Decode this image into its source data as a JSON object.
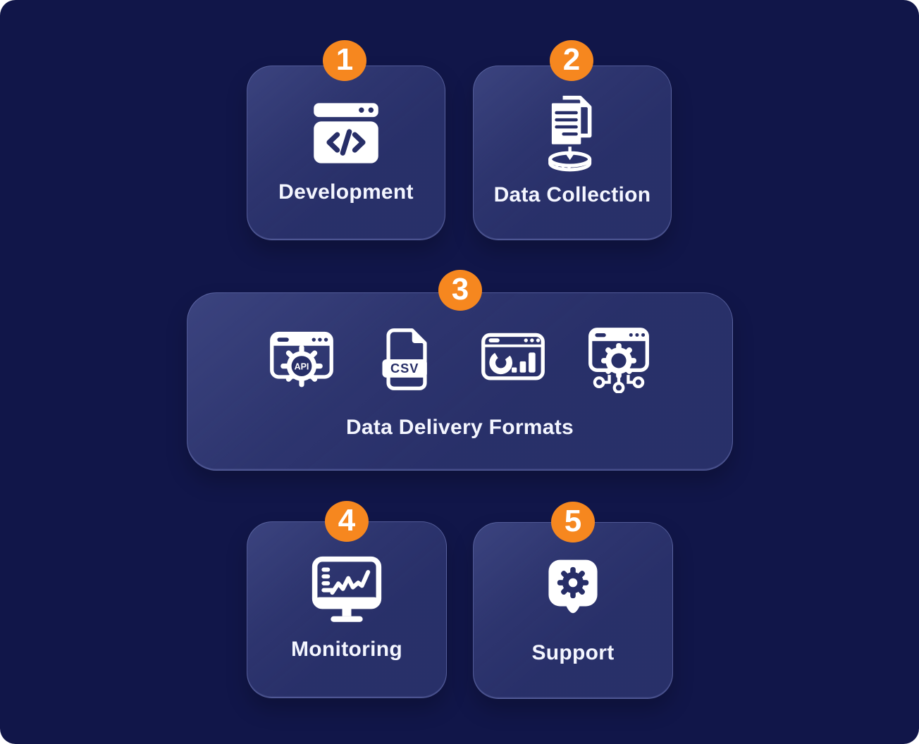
{
  "colors": {
    "page_background": "#FFFFFF",
    "canvas_background": "#111649",
    "card_background": "#272E67",
    "card_border": "#8A96D6",
    "badge_orange": "#F6871F",
    "icon_white": "#FFFFFF",
    "icon_navy": "#272E67",
    "label_text": "#F4F6FF"
  },
  "cards": [
    {
      "number": "1",
      "label": "Development",
      "icon": "code-window-icon"
    },
    {
      "number": "2",
      "label": "Data Collection",
      "icon": "documents-to-database-icon"
    },
    {
      "number": "3",
      "label": "Data Delivery Formats",
      "icons": [
        "api-window-icon",
        "csv-file-icon",
        "analytics-dashboard-icon",
        "gear-network-icon"
      ],
      "icon_text": {
        "api": "API",
        "csv": "CSV"
      }
    },
    {
      "number": "4",
      "label": "Monitoring",
      "icon": "monitor-line-chart-icon"
    },
    {
      "number": "5",
      "label": "Support",
      "icon": "chat-bubble-gear-icon"
    }
  ]
}
